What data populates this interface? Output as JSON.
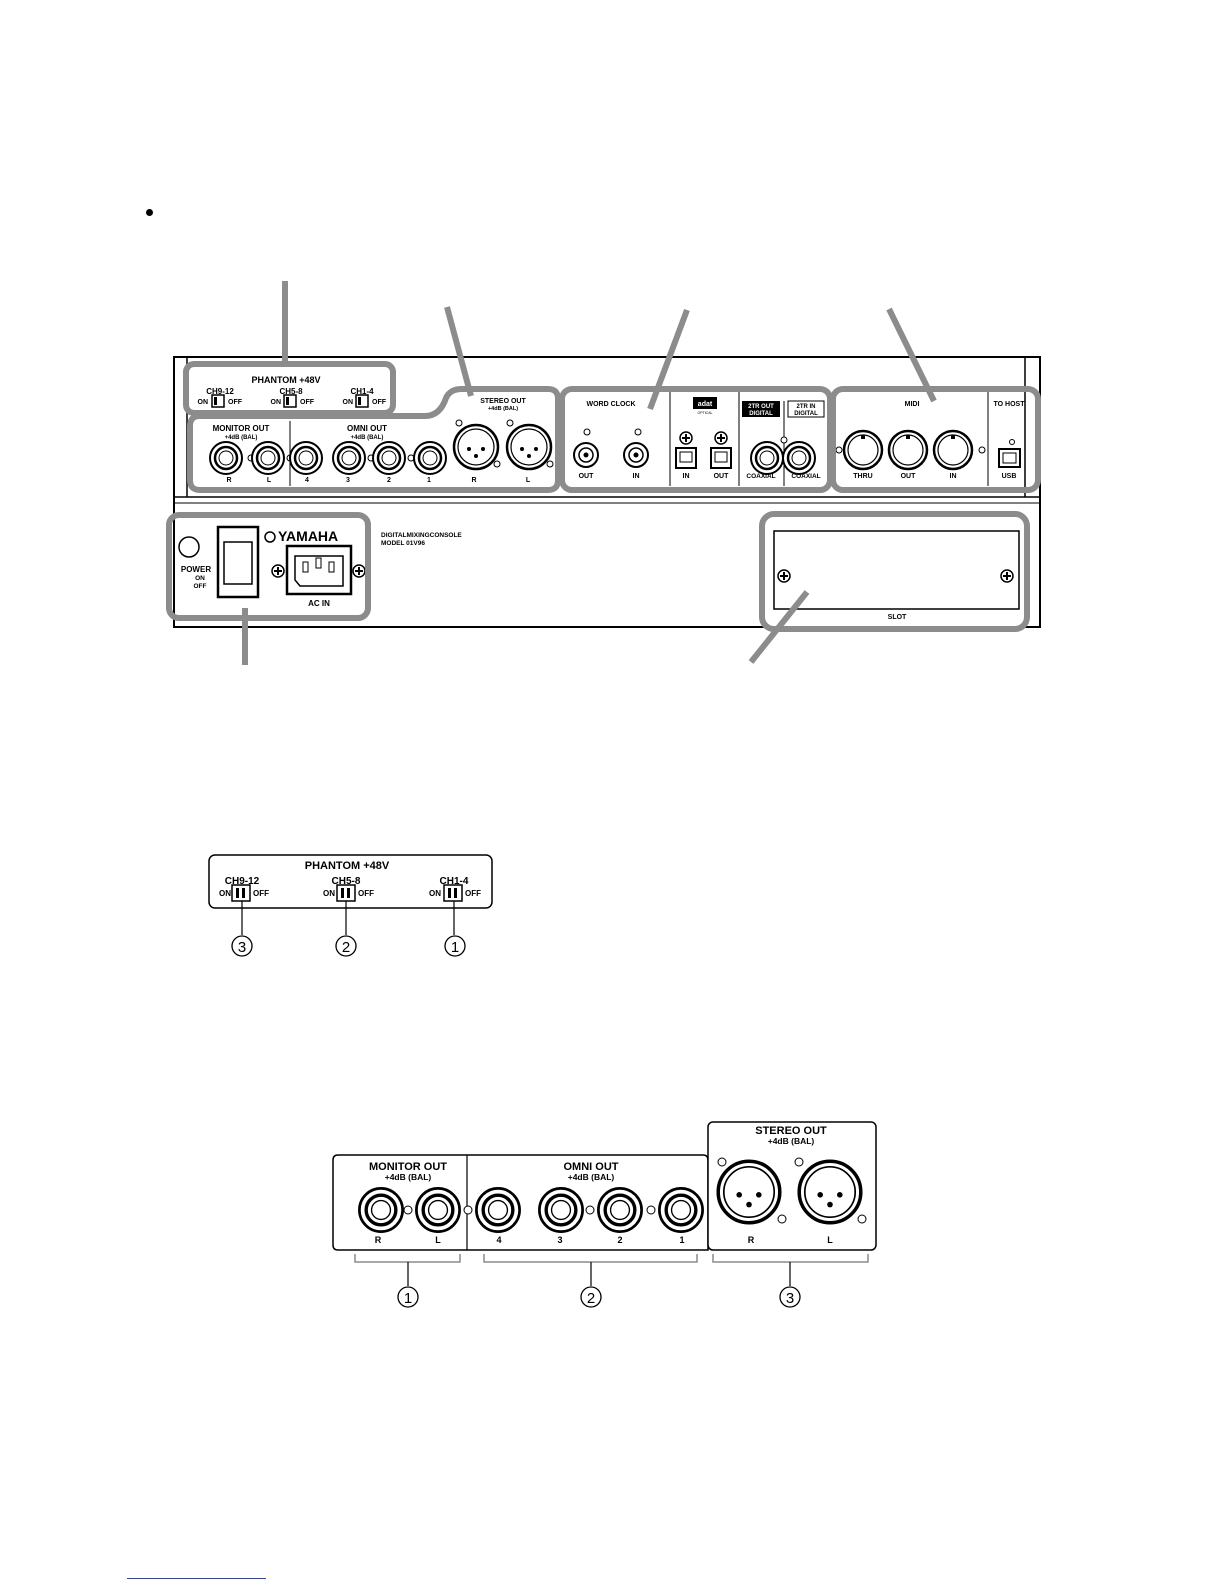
{
  "overview": {
    "phantom": {
      "title": "PHANTOM +48V",
      "ch9_12": "CH9-12",
      "ch5_8": "CH5-8",
      "ch1_4": "CH1-4",
      "on": "ON",
      "off": "OFF"
    },
    "monitor_out": {
      "title": "MONITOR OUT",
      "sub": "+4dB (BAL)",
      "r": "R",
      "l": "L"
    },
    "omni_out": {
      "title": "OMNI OUT",
      "sub": "+4dB (BAL)",
      "labels": [
        "4",
        "3",
        "2",
        "1"
      ]
    },
    "stereo_out": {
      "title": "STEREO OUT",
      "sub": "+4dB (BAL)",
      "r": "R",
      "l": "L"
    },
    "word_clock": {
      "title": "WORD CLOCK",
      "out": "OUT",
      "in": "IN"
    },
    "adat": {
      "logo": "adat",
      "optical": "OPTICAL",
      "in": "IN",
      "out": "OUT"
    },
    "two_tr_out": {
      "title1": "2TR OUT",
      "title2": "DIGITAL",
      "coaxial": "COAXIAL"
    },
    "two_tr_in": {
      "title1": "2TR IN",
      "title2": "DIGITAL",
      "coaxial": "COAXIAL"
    },
    "midi": {
      "title": "MIDI",
      "thru": "THRU",
      "out": "OUT",
      "in": "IN"
    },
    "to_host": {
      "title": "TO HOST",
      "usb": "USB"
    },
    "power": {
      "label": "POWER",
      "on": "ON",
      "off": "OFF"
    },
    "brand": "YAMAHA",
    "ac_in": "AC IN",
    "model_line1": "DIGITALMIXINGCONSOLE",
    "model_line2": "MODEL 01V96",
    "slot": "SLOT"
  },
  "phantom_detail": {
    "title": "PHANTOM +48V",
    "ch9_12": "CH9-12",
    "ch5_8": "CH5-8",
    "ch1_4": "CH1-4",
    "on": "ON",
    "off": "OFF",
    "callouts": [
      "3",
      "2",
      "1"
    ]
  },
  "outputs_detail": {
    "monitor_title": "MONITOR OUT",
    "monitor_sub": "+4dB (BAL)",
    "omni_title": "OMNI OUT",
    "omni_sub": "+4dB (BAL)",
    "stereo_title": "STEREO OUT",
    "stereo_sub": "+4dB (BAL)",
    "monitor_labels": [
      "R",
      "L"
    ],
    "omni_labels": [
      "4",
      "3",
      "2",
      "1"
    ],
    "stereo_labels": [
      "R",
      "L"
    ],
    "callouts": [
      "1",
      "2",
      "3"
    ]
  },
  "colors": {
    "highlight": "#8c8c8c",
    "line": "#000000",
    "link": "#2b3fd6"
  }
}
